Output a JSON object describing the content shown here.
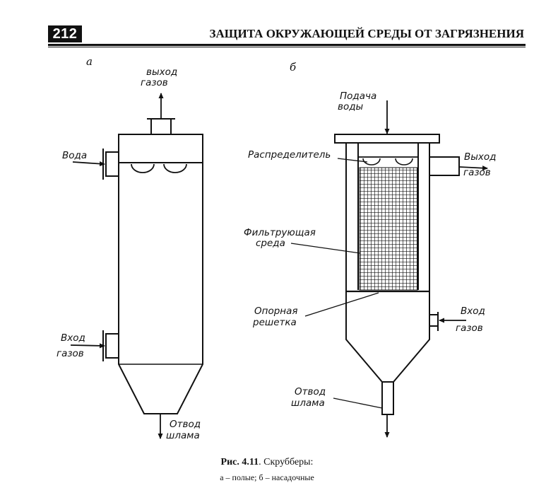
{
  "header": {
    "page_number": "212",
    "running_title": "ЗАЩИТА ОКРУЖАЮЩЕЙ СРЕДЫ ОТ ЗАГРЯЗНЕНИЯ"
  },
  "figure": {
    "panel_a": {
      "letter": "а",
      "labels": {
        "gas_out_1": "выход",
        "gas_out_2": "газов",
        "water": "Вода",
        "gas_in_1": "Вход",
        "gas_in_2": "газов",
        "sludge_1": "Отвод",
        "sludge_2": "шлама"
      }
    },
    "panel_b": {
      "letter": "б",
      "labels": {
        "water_in_1": "Подача",
        "water_in_2": "воды",
        "distributor": "Распределитель",
        "gas_out_1": "Выход",
        "gas_out_2": "газов",
        "filter_1": "Фильтрующая",
        "filter_2": "среда",
        "grid_1": "Опорная",
        "grid_2": "решетка",
        "gas_in_1": "Вход",
        "gas_in_2": "газов",
        "sludge_1": "Отвод",
        "sludge_2": "шлама"
      }
    },
    "caption": {
      "number": "Рис. 4.11",
      "title": ". Скрубберы:",
      "legend": "а – полые; б – насадочные"
    }
  },
  "colors": {
    "ink": "#111111",
    "paper": "#ffffff"
  }
}
